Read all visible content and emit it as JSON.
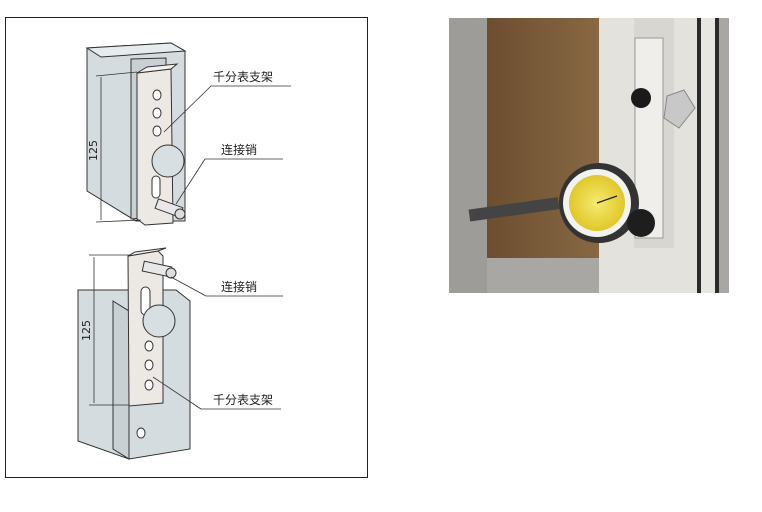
{
  "diagram": {
    "top": {
      "bracket_label": "千分表支架",
      "pin_label": "连接销",
      "dimension": "125"
    },
    "bottom": {
      "bracket_label": "千分表支架",
      "pin_label": "连接销",
      "dimension": "125"
    }
  },
  "colors": {
    "block": "#d5dcdf",
    "bracket": "#ece8e4",
    "wall": "#7a5a38",
    "dial": "#f2e04a"
  }
}
